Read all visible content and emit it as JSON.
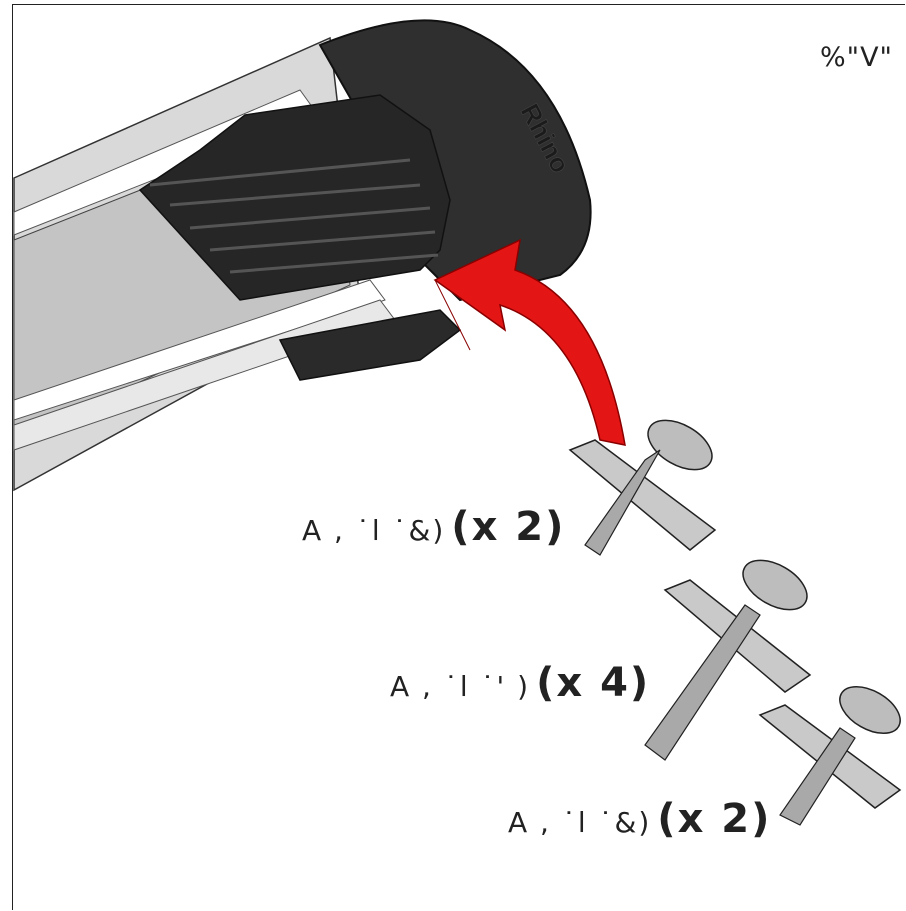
{
  "page_code": "%\"V\"",
  "brand_text": "Rhino",
  "parts": [
    {
      "code": "A , ˙l ˙&)",
      "qty": "(x 2)"
    },
    {
      "code": "A , ˙l ˙' )",
      "qty": "(x 4)"
    },
    {
      "code": "A , ˙l ˙&)",
      "qty": "(x 2)"
    }
  ],
  "colors": {
    "arrow": "#e41515",
    "cap": "#2e2e2e",
    "rail": "#cfcfcf",
    "bolt": "#b8b8b8"
  }
}
